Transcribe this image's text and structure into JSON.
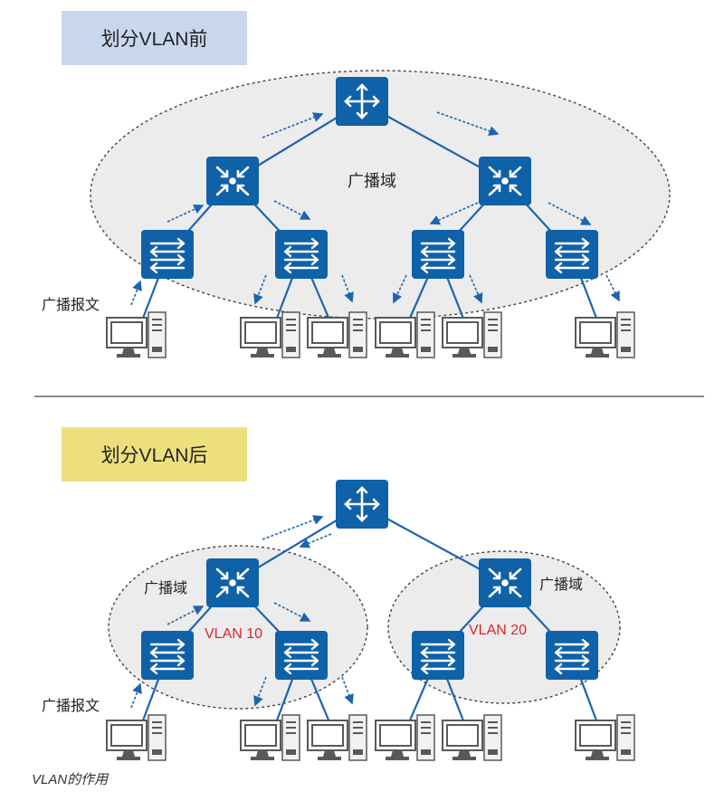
{
  "sections": {
    "before_title": "划分VLAN前",
    "after_title": "划分VLAN后"
  },
  "labels": {
    "broadcast_domain": "广播域",
    "broadcast_packet": "广播报文",
    "vlan10": "VLAN 10",
    "vlan20": "VLAN 20"
  },
  "caption": "VLAN的作用",
  "colors": {
    "device_blue": "#0f61a8",
    "link_blue": "#1c64b0",
    "vlan_red": "#d9262a",
    "domain_fill": "#ececec",
    "before_tag_bg": "#c9d7ee",
    "after_tag_bg": "#ede07c"
  },
  "icons": {
    "router": "router-icon",
    "core_switch": "l3-switch-icon",
    "access_switch": "l2-switch-icon",
    "pc": "pc-icon"
  }
}
